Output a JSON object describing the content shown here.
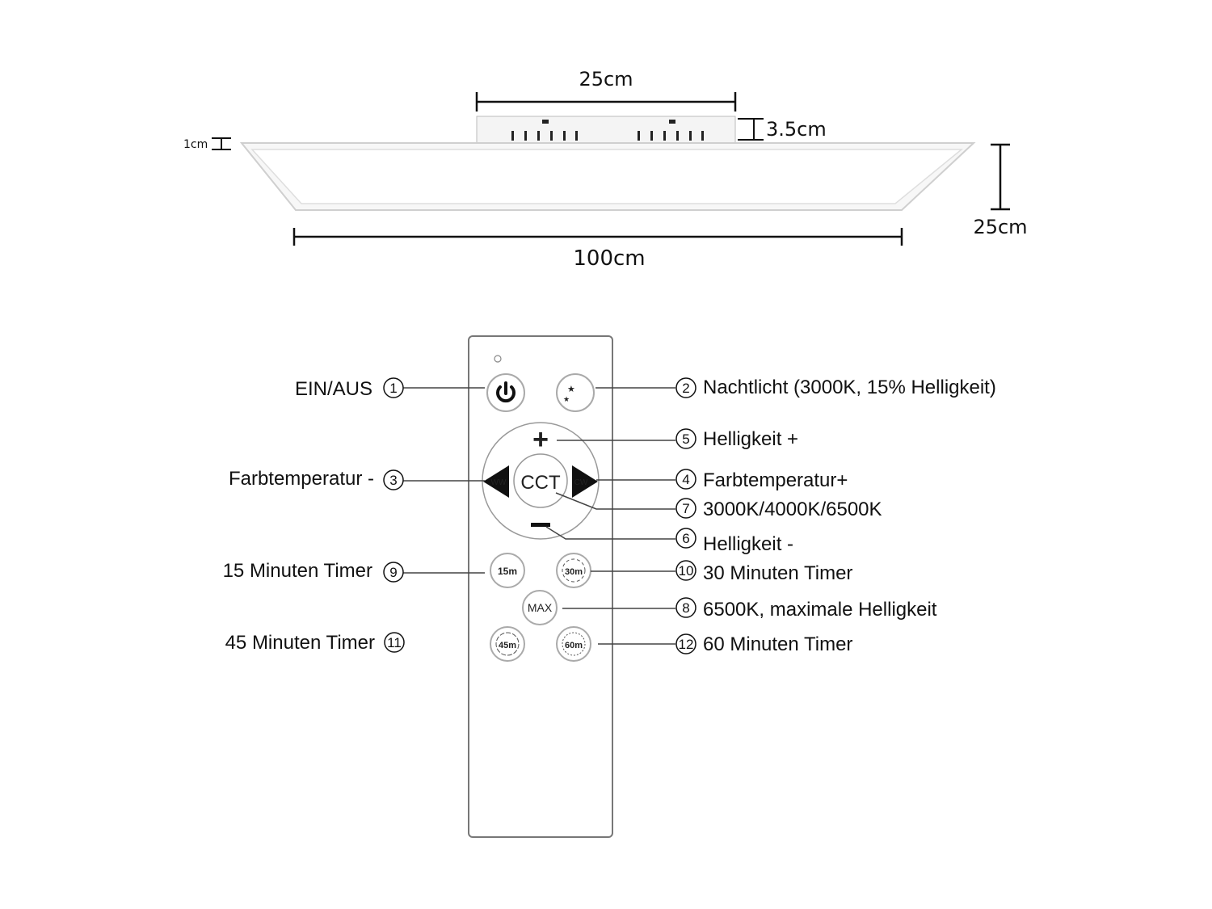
{
  "dimensions": {
    "mount_width": "25cm",
    "mount_height": "3.5cm",
    "frame_thickness": "1cm",
    "panel_width": "25cm",
    "panel_length": "100cm"
  },
  "remote": {
    "buttons": {
      "power_icon": "power-icon",
      "night_icon": "moon-stars-icon",
      "plus": "+",
      "minus": "−",
      "ww": "WW",
      "cct": "CCT",
      "cw": "CW",
      "t15": "15m",
      "t30": "30m",
      "max": "MAX",
      "t45": "45m",
      "t60": "60m"
    }
  },
  "callouts": {
    "c1": {
      "num": "1",
      "text": "EIN/AUS"
    },
    "c2": {
      "num": "2",
      "text": "Nachtlicht (3000K, 15% Helligkeit)"
    },
    "c3": {
      "num": "3",
      "text": "Farbtemperatur -"
    },
    "c4": {
      "num": "4",
      "text": "Farbtemperatur+"
    },
    "c5": {
      "num": "5",
      "text": "Helligkeit +"
    },
    "c6": {
      "num": "6",
      "text": "Helligkeit -"
    },
    "c7": {
      "num": "7",
      "text": "3000K/4000K/6500K"
    },
    "c8": {
      "num": "8",
      "text": "6500K, maximale Helligkeit"
    },
    "c9": {
      "num": "9",
      "text": "15 Minuten Timer"
    },
    "c10": {
      "num": "10",
      "text": "30 Minuten Timer"
    },
    "c11": {
      "num": "11",
      "text": "45 Minuten Timer"
    },
    "c12": {
      "num": "12",
      "text": "60 Minuten Timer"
    }
  }
}
